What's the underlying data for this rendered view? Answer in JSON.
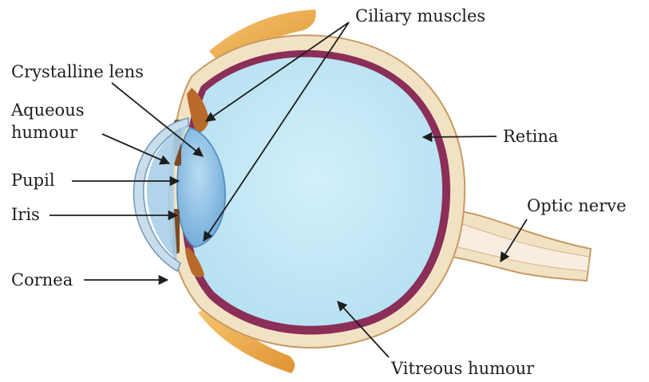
{
  "labels": {
    "ciliary_muscles": "Ciliary muscles",
    "crystalline_lens": "Crystalline lens",
    "aqueous_humour_line1": "Aqueous",
    "aqueous_humour_line2": "humour",
    "pupil": "Pupil",
    "iris": "Iris",
    "cornea": "Cornea",
    "retina": "Retina",
    "optic_nerve": "Optic nerve",
    "vitreous_humour": "Vitreous humour"
  },
  "colors": {
    "vitreous": "#c2e8f5",
    "sclera": "#f2e2c4",
    "retina": "#8b2e58",
    "lens": "#8fc4e8",
    "muscle": "#e89a2a",
    "ink": "#1e1e1e"
  }
}
